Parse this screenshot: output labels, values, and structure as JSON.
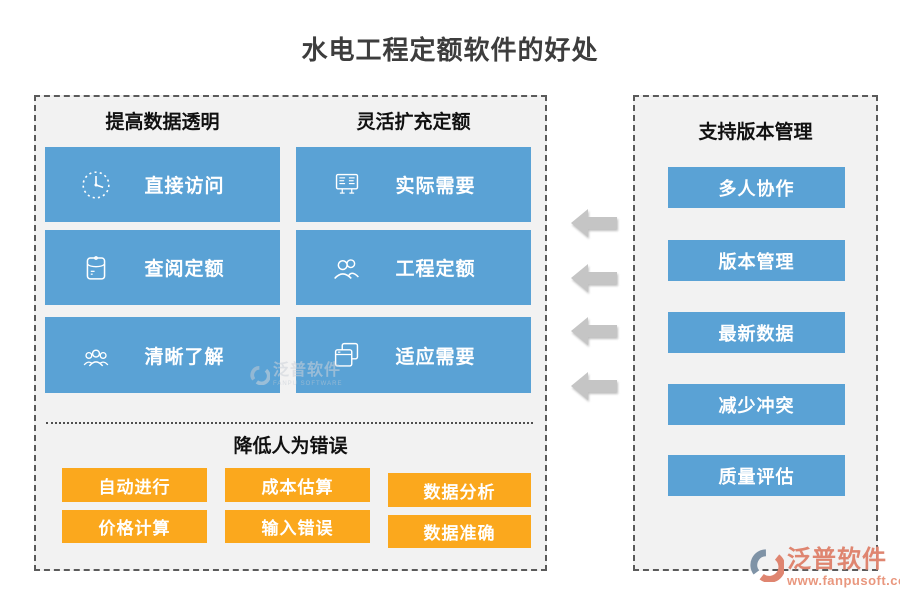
{
  "title": "水电工程定额软件的好处",
  "colors": {
    "card_blue": "#5aa2d5",
    "chip_orange": "#fba81d",
    "panel_bg": "#f2f2f2",
    "border_dash": "#5a5a5a",
    "arrow_gray": "#c5c5c5",
    "logo_coral": "#df8570",
    "title_gray": "#3d3d3d"
  },
  "left_panel": {
    "columns": [
      {
        "header": "提高数据透明",
        "items": [
          {
            "icon": "clock-icon",
            "label": "直接访问"
          },
          {
            "icon": "document-pouch-icon",
            "label": "查阅定额"
          },
          {
            "icon": "people-group-icon",
            "label": "清晰了解"
          }
        ]
      },
      {
        "header": "灵活扩充定额",
        "items": [
          {
            "icon": "list-board-icon",
            "label": "实际需要"
          },
          {
            "icon": "two-people-icon",
            "label": "工程定额"
          },
          {
            "icon": "overlap-windows-icon",
            "label": "适应需要"
          }
        ]
      }
    ],
    "bottom": {
      "header": "降低人为错误",
      "items": [
        "自动进行",
        "成本估算",
        "数据分析",
        "价格计算",
        "输入错误",
        "数据准确"
      ]
    }
  },
  "right_panel": {
    "header": "支持版本管理",
    "items": [
      "多人协作",
      "版本管理",
      "最新数据",
      "减少冲突",
      "质量评估"
    ]
  },
  "arrows": {
    "count": 4,
    "direction": "left"
  },
  "watermark": {
    "text": "泛普软件",
    "subtext": "FANPU SOFTWARE"
  },
  "logo": {
    "name": "泛普软件",
    "url": "www.fanpusoft.com"
  }
}
